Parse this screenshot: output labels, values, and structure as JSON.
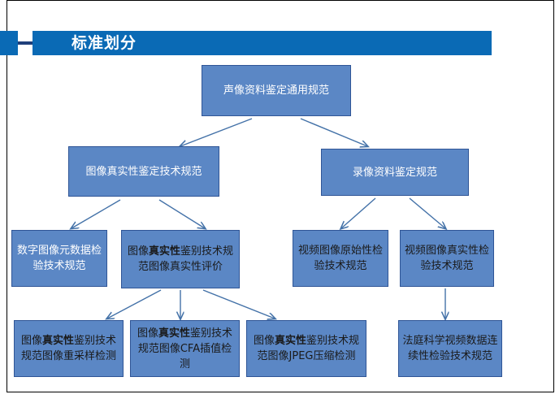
{
  "header": {
    "title": "标准划分",
    "bar_color": "#0a6ab5",
    "accent_line_color": "#1f3f7a"
  },
  "theme": {
    "node_fill": "#5b87c5",
    "node_border": "#2f5596",
    "connector_color": "#4472a8",
    "page_border": "#000000"
  },
  "diagram": {
    "type": "tree",
    "nodes": [
      {
        "id": "root",
        "level": 1,
        "text": "声像资料鉴定通用规范",
        "text_color": "white"
      },
      {
        "id": "image-auth",
        "level": 2,
        "text": "图像真实性鉴定技术规范",
        "text_color": "white"
      },
      {
        "id": "video-spec",
        "level": 2,
        "text": "录像资料鉴定规范",
        "text_color": "white"
      },
      {
        "id": "digital-meta",
        "level": 3,
        "text": "数字图像元数据检验技术规范",
        "text_color": "white"
      },
      {
        "id": "image-auth-eval",
        "level": 3,
        "text_parts": [
          {
            "t": "图像",
            "bold": false
          },
          {
            "t": "真实性",
            "bold": true
          },
          {
            "t": "鉴别技术规范图像真实性评价",
            "bold": false
          }
        ],
        "text": "图像真实性鉴别技术规范图像真实性评价",
        "text_color": "dark"
      },
      {
        "id": "video-original",
        "level": 3,
        "text": "视频图像原始性检验技术规范",
        "text_color": "dark"
      },
      {
        "id": "video-authentic",
        "level": 3,
        "text": "视频图像真实性检验技术规范",
        "text_color": "dark"
      },
      {
        "id": "resample",
        "level": 4,
        "text_parts": [
          {
            "t": "图像",
            "bold": false
          },
          {
            "t": "真实性",
            "bold": true
          },
          {
            "t": "鉴别技术规范图像重采样检测",
            "bold": false
          }
        ],
        "text": "图像真实性鉴别技术规范图像重采样检测",
        "text_color": "dark"
      },
      {
        "id": "cfa",
        "level": 4,
        "text_parts": [
          {
            "t": "图像",
            "bold": false
          },
          {
            "t": "真实性",
            "bold": true
          },
          {
            "t": "鉴别技术规范图像CFA插值检测",
            "bold": false
          }
        ],
        "text": "图像真实性鉴别技术规范图像CFA插值检测",
        "text_color": "dark"
      },
      {
        "id": "jpeg",
        "level": 4,
        "text_parts": [
          {
            "t": "图像",
            "bold": false
          },
          {
            "t": "真实性",
            "bold": true
          },
          {
            "t": "鉴别技术规范图像JPEG压缩检测",
            "bold": false
          }
        ],
        "text": "图像真实性鉴别技术规范图像JPEG压缩检测",
        "text_color": "dark"
      },
      {
        "id": "forensic-video",
        "level": 4,
        "text": "法庭科学视频数据连续性检验技术规范",
        "text_color": "dark"
      }
    ],
    "edges": [
      {
        "from": "root",
        "to": "image-auth"
      },
      {
        "from": "root",
        "to": "video-spec"
      },
      {
        "from": "image-auth",
        "to": "digital-meta"
      },
      {
        "from": "image-auth",
        "to": "image-auth-eval"
      },
      {
        "from": "video-spec",
        "to": "video-original"
      },
      {
        "from": "video-spec",
        "to": "video-authentic"
      },
      {
        "from": "image-auth-eval",
        "to": "resample"
      },
      {
        "from": "image-auth-eval",
        "to": "cfa"
      },
      {
        "from": "image-auth-eval",
        "to": "jpeg"
      },
      {
        "from": "video-authentic",
        "to": "forensic-video"
      }
    ]
  }
}
